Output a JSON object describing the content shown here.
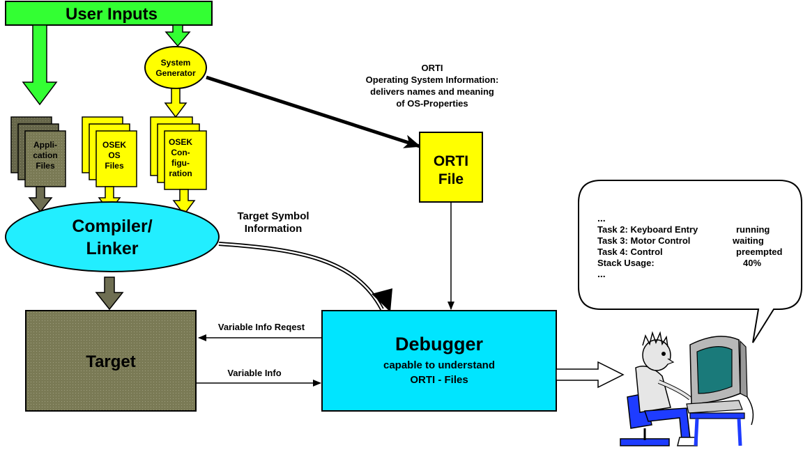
{
  "user_inputs": {
    "label": "User Inputs"
  },
  "system_generator": {
    "line1": "System",
    "line2": "Generator"
  },
  "orti_description": {
    "lines": [
      "ORTI",
      "Operating System Information:",
      "delivers names and meaning",
      "of OS-Properties"
    ]
  },
  "application_files": {
    "lines": [
      "Appli-",
      "cation",
      "Files"
    ]
  },
  "osek_os_files": {
    "lines": [
      "OSEK",
      "OS",
      "Files"
    ]
  },
  "osek_configuration": {
    "lines": [
      "OSEK",
      "Con-",
      "figu-",
      "ration"
    ]
  },
  "orti_file": {
    "line1": "ORTI",
    "line2": "File"
  },
  "compiler_linker": {
    "line1": "Compiler/",
    "line2": "Linker"
  },
  "target_symbol_info": {
    "line1": "Target Symbol",
    "line2": "Information"
  },
  "target": {
    "label": "Target"
  },
  "variable_info_request": {
    "label": "Variable Info Reqest"
  },
  "variable_info": {
    "label": "Variable Info"
  },
  "debugger": {
    "title": "Debugger",
    "line1": "capable to understand",
    "line2": "ORTI - Files"
  },
  "speech_bubble": {
    "ellipsis_top": "...",
    "rows": [
      {
        "task": "Task 2: Keyboard Entry",
        "status": "running"
      },
      {
        "task": "Task 3: Motor Control",
        "status": "waiting"
      },
      {
        "task": "Task 4: Control",
        "status": "preempted"
      },
      {
        "task": "Stack Usage:",
        "status": "40%"
      }
    ],
    "ellipsis_bottom": "..."
  },
  "colors": {
    "green": "#33ff33",
    "yellow": "#ffff00",
    "olive": "#7a7a55",
    "cyan": "#22eeff",
    "debugger_cyan": "#00e5ff",
    "gray_arrow": "#6e6e52"
  }
}
